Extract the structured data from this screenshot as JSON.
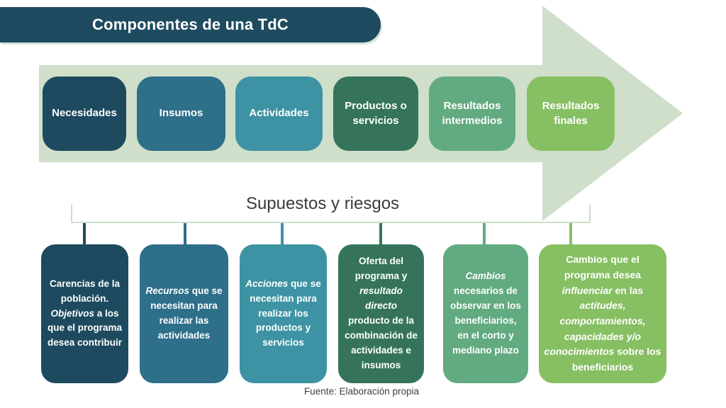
{
  "title": {
    "text": "Componentes de una TdC"
  },
  "palette": {
    "banner": "#1f4b60",
    "arrow": "#cfdfca",
    "bracket": "#cdddc9",
    "label_text": "#3a3a3a"
  },
  "stages": [
    {
      "label": "Necesidades",
      "color": "#1d4a5e"
    },
    {
      "label": "Insumos",
      "color": "#2e6f8a"
    },
    {
      "label": "Actividades",
      "color": "#3d93a3"
    },
    {
      "label": "Productos o servicios",
      "color": "#35745a"
    },
    {
      "label": "Resultados intermedios",
      "color": "#62aa80"
    },
    {
      "label": "Resultados finales",
      "color": "#87bf63"
    }
  ],
  "assumptions": {
    "label": "Supuestos y riesgos"
  },
  "descriptions": [
    {
      "color": "#1d4a5e",
      "segments": [
        {
          "text": "Carencias de la población. ",
          "em": false
        },
        {
          "text": "Objetivos",
          "em": true
        },
        {
          "text": " a los que el programa desea contribuir",
          "em": false
        }
      ]
    },
    {
      "color": "#2e6f8a",
      "segments": [
        {
          "text": "Recursos",
          "em": true
        },
        {
          "text": " que se necesitan para realizar las actividades",
          "em": false
        }
      ]
    },
    {
      "color": "#3d93a3",
      "segments": [
        {
          "text": "Acciones",
          "em": true
        },
        {
          "text": " que se necesitan para realizar los productos y servicios",
          "em": false
        }
      ]
    },
    {
      "color": "#35745a",
      "segments": [
        {
          "text": "Oferta del programa  y ",
          "em": false
        },
        {
          "text": "resultado directo",
          "em": true
        },
        {
          "text": " producto de la combinación de actividades e insumos",
          "em": false
        }
      ]
    },
    {
      "color": "#62aa80",
      "segments": [
        {
          "text": "Cambios",
          "em": true
        },
        {
          "text": " necesarios de observar en los beneficiarios, en el corto y mediano plazo",
          "em": false
        }
      ]
    },
    {
      "color": "#87bf63",
      "segments": [
        {
          "text": "Cambios que el programa desea ",
          "em": false
        },
        {
          "text": "influenciar",
          "em": true
        },
        {
          "text": " en las ",
          "em": false
        },
        {
          "text": "actitudes, comportamientos, capacidades y/o conocimientos",
          "em": true
        },
        {
          "text": " sobre los beneficiarios",
          "em": false
        }
      ]
    }
  ],
  "footer": {
    "text": "Fuente: Elaboración propia"
  }
}
